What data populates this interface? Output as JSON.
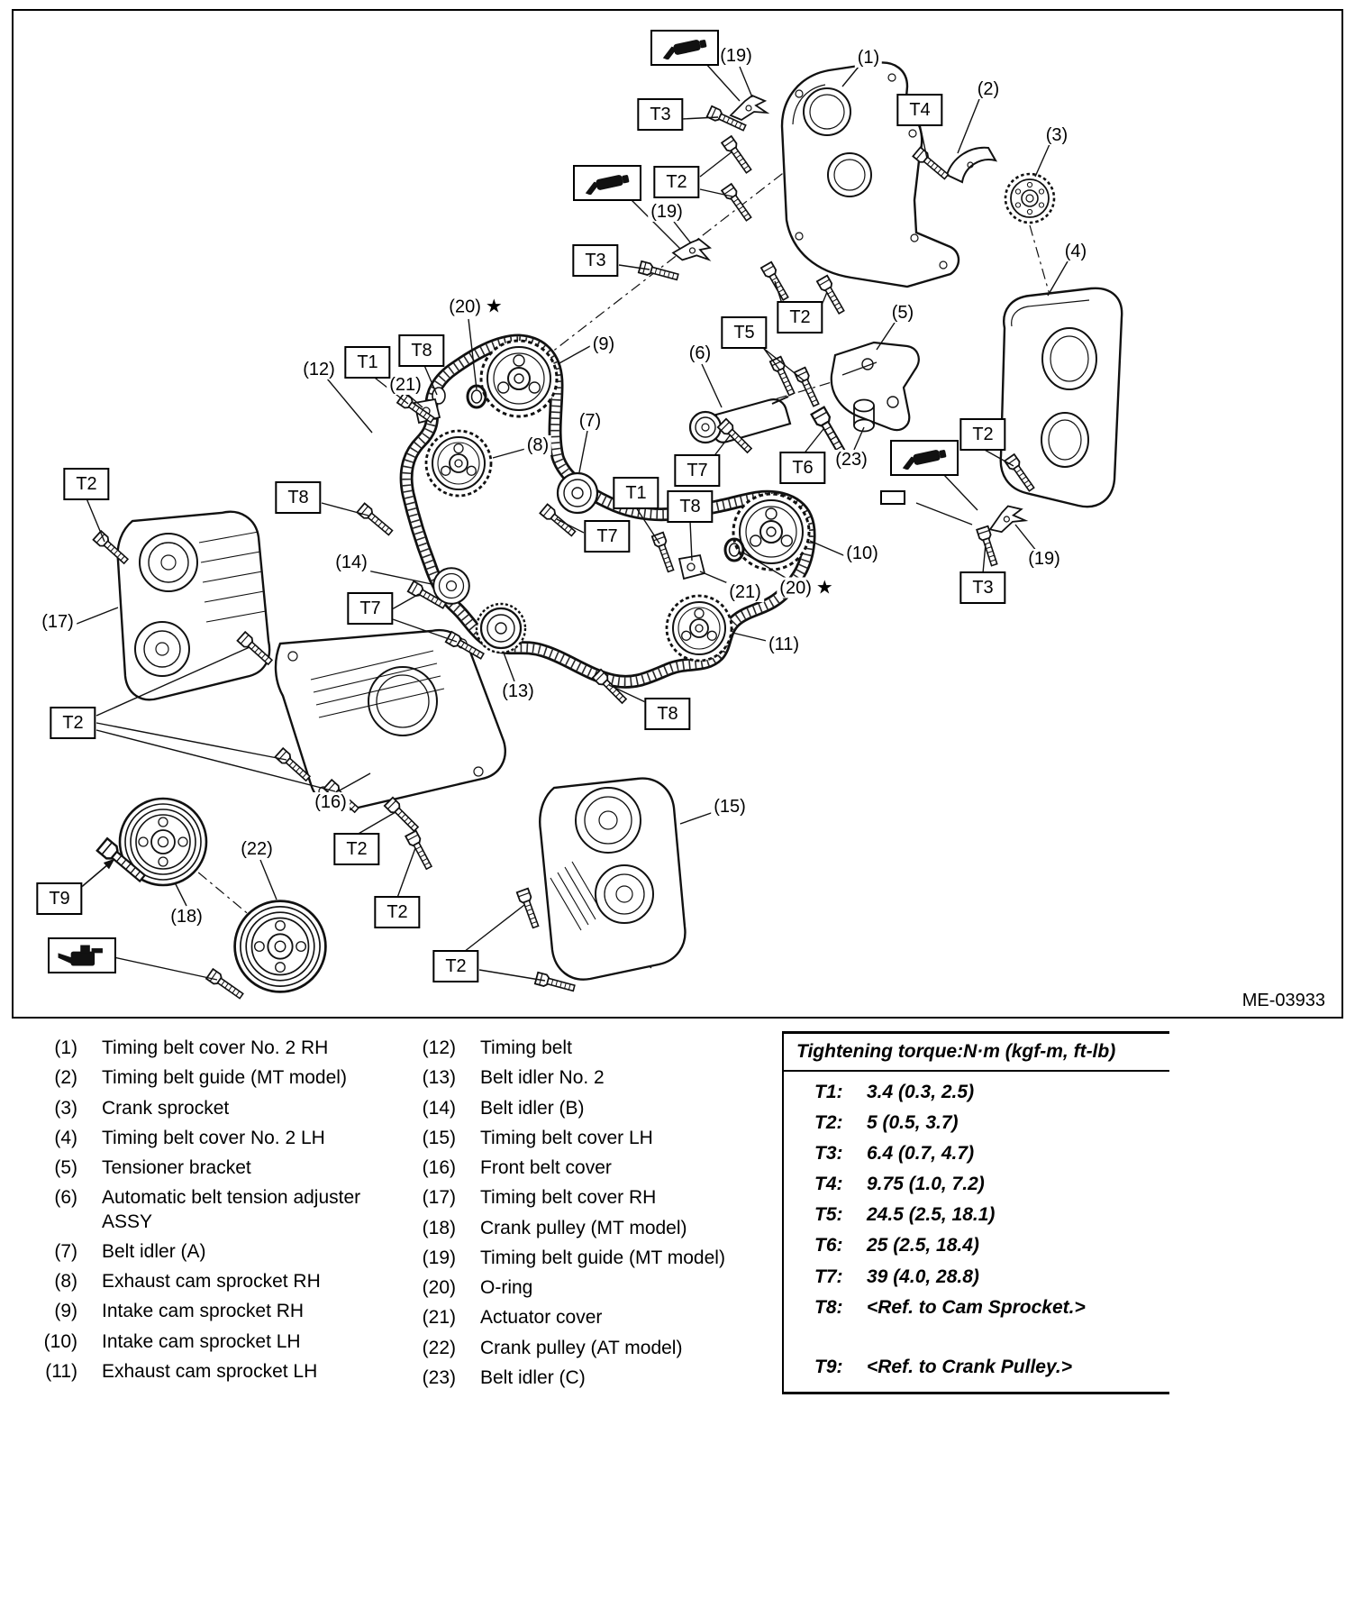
{
  "diagram": {
    "code": "ME-03933",
    "labels": {
      "n1": "(1)",
      "n2": "(2)",
      "n3": "(3)",
      "n4": "(4)",
      "n5": "(5)",
      "n6": "(6)",
      "n7": "(7)",
      "n8": "(8)",
      "n9": "(9)",
      "n10": "(10)",
      "n11": "(11)",
      "n12": "(12)",
      "n13": "(13)",
      "n14": "(14)",
      "n15": "(15)",
      "n16": "(16)",
      "n17": "(17)",
      "n18": "(18)",
      "n19": "(19)",
      "n20": "(20)",
      "n21": "(21)",
      "n22": "(22)",
      "n23": "(23)",
      "t1": "T1",
      "t2": "T2",
      "t3": "T3",
      "t4": "T4",
      "t5": "T5",
      "t6": "T6",
      "t7": "T7",
      "t8": "T8",
      "t9": "T9",
      "star": "★"
    }
  },
  "legend": {
    "items_left": [
      {
        "num": "(1)",
        "label": "Timing belt cover No. 2 RH"
      },
      {
        "num": "(2)",
        "label": "Timing belt guide (MT model)"
      },
      {
        "num": "(3)",
        "label": "Crank sprocket"
      },
      {
        "num": "(4)",
        "label": "Timing belt cover No. 2 LH"
      },
      {
        "num": "(5)",
        "label": "Tensioner bracket"
      },
      {
        "num": "(6)",
        "label": "Automatic belt tension adjuster\nASSY"
      },
      {
        "num": "(7)",
        "label": "Belt idler (A)"
      },
      {
        "num": "(8)",
        "label": "Exhaust cam sprocket RH"
      },
      {
        "num": "(9)",
        "label": "Intake cam sprocket RH"
      },
      {
        "num": "(10)",
        "label": "Intake cam sprocket LH"
      },
      {
        "num": "(11)",
        "label": "Exhaust cam sprocket LH"
      }
    ],
    "items_right": [
      {
        "num": "(12)",
        "label": "Timing belt"
      },
      {
        "num": "(13)",
        "label": "Belt idler No. 2"
      },
      {
        "num": "(14)",
        "label": "Belt idler (B)"
      },
      {
        "num": "(15)",
        "label": "Timing belt cover LH"
      },
      {
        "num": "(16)",
        "label": "Front belt cover"
      },
      {
        "num": "(17)",
        "label": "Timing belt cover RH"
      },
      {
        "num": "(18)",
        "label": "Crank pulley (MT model)"
      },
      {
        "num": "(19)",
        "label": "Timing belt guide (MT model)"
      },
      {
        "num": "(20)",
        "label": "O-ring"
      },
      {
        "num": "(21)",
        "label": "Actuator cover"
      },
      {
        "num": "(22)",
        "label": "Crank pulley (AT model)"
      },
      {
        "num": "(23)",
        "label": "Belt idler (C)"
      }
    ],
    "torque": {
      "title": "Tightening torque:N·m (kgf-m, ft-lb)",
      "rows": [
        {
          "id": "T1:",
          "value": "3.4 (0.3, 2.5)"
        },
        {
          "id": "T2:",
          "value": "5 (0.5, 3.7)"
        },
        {
          "id": "T3:",
          "value": "6.4 (0.7, 4.7)"
        },
        {
          "id": "T4:",
          "value": "9.75 (1.0, 7.2)"
        },
        {
          "id": "T5:",
          "value": "24.5 (2.5, 18.1)"
        },
        {
          "id": "T6:",
          "value": "25 (2.5, 18.4)"
        },
        {
          "id": "T7:",
          "value": "39 (4.0, 28.8)"
        },
        {
          "id": "T8:",
          "value": "<Ref. to Cam Sprocket.>"
        },
        {
          "id": "T9:",
          "value": "<Ref. to Crank Pulley.>"
        }
      ]
    }
  }
}
